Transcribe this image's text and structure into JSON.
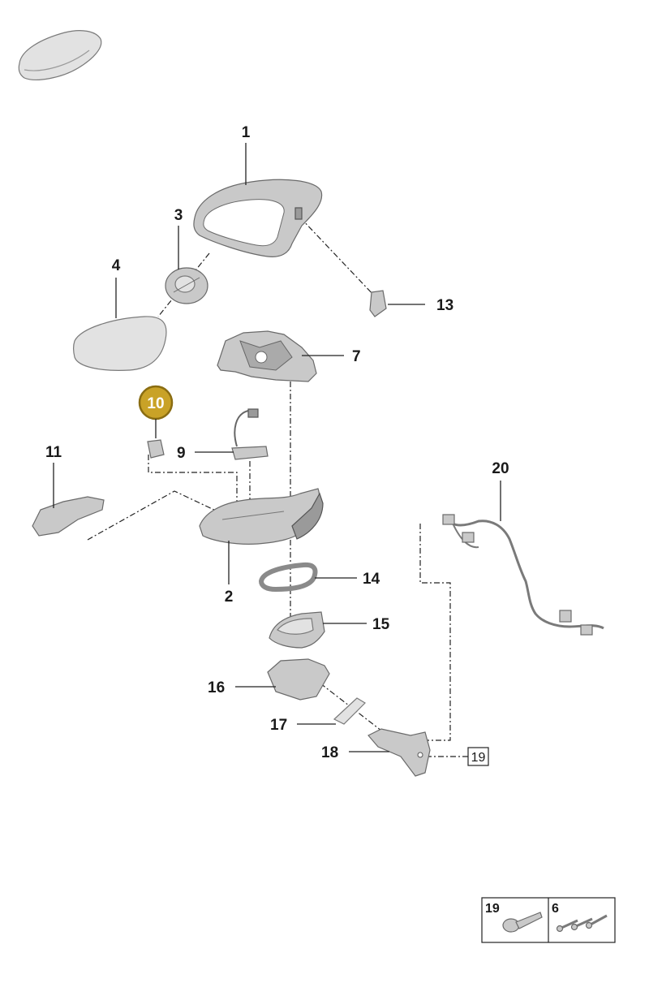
{
  "callouts": {
    "c1": "1",
    "c2": "2",
    "c3": "3",
    "c4": "4",
    "c7": "7",
    "c9": "9",
    "c10": "10",
    "c11": "11",
    "c13": "13",
    "c14": "14",
    "c15": "15",
    "c16": "16",
    "c17": "17",
    "c18": "18",
    "c19": "19",
    "c20": "20"
  },
  "legend": {
    "left_label": "19",
    "right_label": "6"
  },
  "colors": {
    "highlight": "#c9a227",
    "highlight_border": "#8a6d12"
  }
}
